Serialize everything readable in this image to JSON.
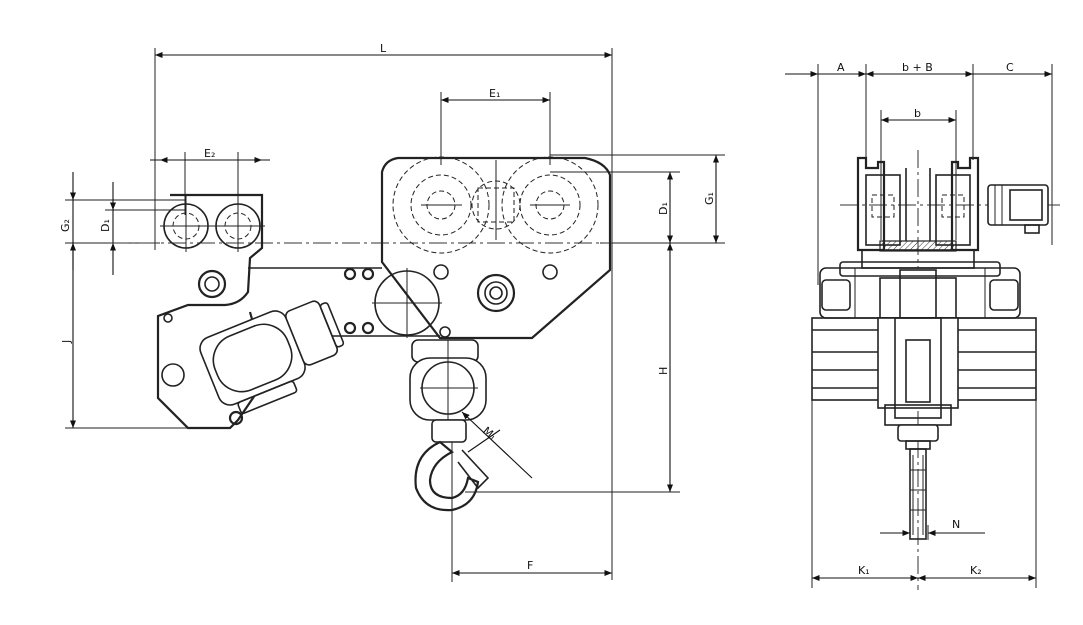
{
  "labels": {
    "L": "L",
    "E1": "E₁",
    "E2": "E₂",
    "G1": "G₁",
    "G2": "G₂",
    "D1_right": "D₁",
    "D1_left": "D₁",
    "J": "J",
    "H": "H",
    "F": "F",
    "M1": "M₁",
    "A": "A",
    "bB": "b + B",
    "C": "C",
    "b": "b",
    "N": "N",
    "K1": "K₁",
    "K2": "K₂"
  }
}
